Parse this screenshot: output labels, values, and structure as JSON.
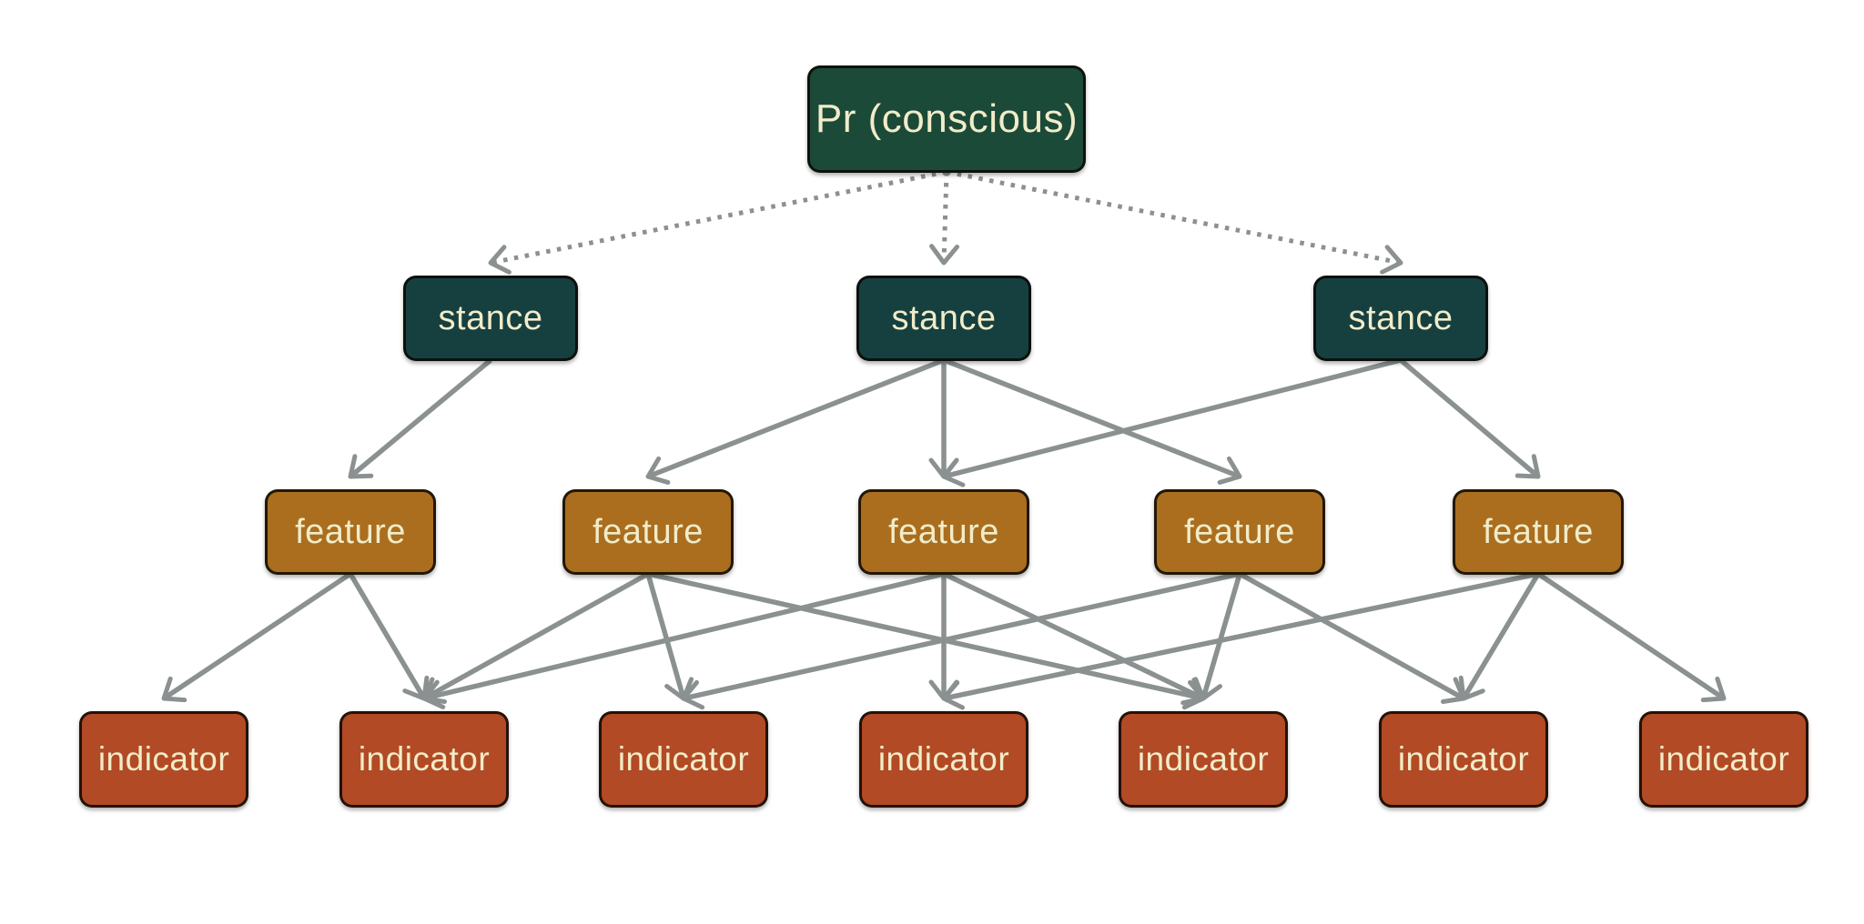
{
  "diagram": {
    "title": "Bayes-net style diagram: Pr (conscious) over stances, features, indicators",
    "colors": {
      "root_fill": "#1C4A38",
      "stance_fill": "#164040",
      "feature_fill": "#AA6E1E",
      "indicator_fill": "#B24A25",
      "text": "#F1ECC9",
      "arrow": "#8A9190",
      "background": "#FFFFFF"
    },
    "nodes": [
      {
        "id": "root",
        "label": "Pr (conscious)",
        "type": "root",
        "col": 0
      },
      {
        "id": "stance-1",
        "label": "stance",
        "type": "stance",
        "col": 0
      },
      {
        "id": "stance-2",
        "label": "stance",
        "type": "stance",
        "col": 1
      },
      {
        "id": "stance-3",
        "label": "stance",
        "type": "stance",
        "col": 2
      },
      {
        "id": "feature-1",
        "label": "feature",
        "type": "feature",
        "col": 0
      },
      {
        "id": "feature-2",
        "label": "feature",
        "type": "feature",
        "col": 1
      },
      {
        "id": "feature-3",
        "label": "feature",
        "type": "feature",
        "col": 2
      },
      {
        "id": "feature-4",
        "label": "feature",
        "type": "feature",
        "col": 3
      },
      {
        "id": "feature-5",
        "label": "feature",
        "type": "feature",
        "col": 4
      },
      {
        "id": "indicator-1",
        "label": "indicator",
        "type": "indicator",
        "col": 0
      },
      {
        "id": "indicator-2",
        "label": "indicator",
        "type": "indicator",
        "col": 1
      },
      {
        "id": "indicator-3",
        "label": "indicator",
        "type": "indicator",
        "col": 2
      },
      {
        "id": "indicator-4",
        "label": "indicator",
        "type": "indicator",
        "col": 3
      },
      {
        "id": "indicator-5",
        "label": "indicator",
        "type": "indicator",
        "col": 4
      },
      {
        "id": "indicator-6",
        "label": "indicator",
        "type": "indicator",
        "col": 5
      },
      {
        "id": "indicator-7",
        "label": "indicator",
        "type": "indicator",
        "col": 6
      }
    ],
    "edges": [
      {
        "from": "root",
        "to": "stance-1",
        "style": "dotted"
      },
      {
        "from": "root",
        "to": "stance-2",
        "style": "dotted"
      },
      {
        "from": "root",
        "to": "stance-3",
        "style": "dotted"
      },
      {
        "from": "stance-1",
        "to": "feature-1",
        "style": "solid"
      },
      {
        "from": "stance-2",
        "to": "feature-2",
        "style": "solid"
      },
      {
        "from": "stance-2",
        "to": "feature-3",
        "style": "solid"
      },
      {
        "from": "stance-2",
        "to": "feature-4",
        "style": "solid"
      },
      {
        "from": "stance-3",
        "to": "feature-3",
        "style": "solid"
      },
      {
        "from": "stance-3",
        "to": "feature-5",
        "style": "solid"
      },
      {
        "from": "feature-1",
        "to": "indicator-1",
        "style": "solid"
      },
      {
        "from": "feature-1",
        "to": "indicator-2",
        "style": "solid"
      },
      {
        "from": "feature-2",
        "to": "indicator-2",
        "style": "solid"
      },
      {
        "from": "feature-2",
        "to": "indicator-3",
        "style": "solid"
      },
      {
        "from": "feature-2",
        "to": "indicator-5",
        "style": "solid"
      },
      {
        "from": "feature-3",
        "to": "indicator-2",
        "style": "solid"
      },
      {
        "from": "feature-3",
        "to": "indicator-4",
        "style": "solid"
      },
      {
        "from": "feature-3",
        "to": "indicator-5",
        "style": "solid"
      },
      {
        "from": "feature-4",
        "to": "indicator-3",
        "style": "solid"
      },
      {
        "from": "feature-4",
        "to": "indicator-5",
        "style": "solid"
      },
      {
        "from": "feature-4",
        "to": "indicator-6",
        "style": "solid"
      },
      {
        "from": "feature-5",
        "to": "indicator-4",
        "style": "solid"
      },
      {
        "from": "feature-5",
        "to": "indicator-6",
        "style": "solid"
      },
      {
        "from": "feature-5",
        "to": "indicator-7",
        "style": "solid"
      }
    ]
  }
}
